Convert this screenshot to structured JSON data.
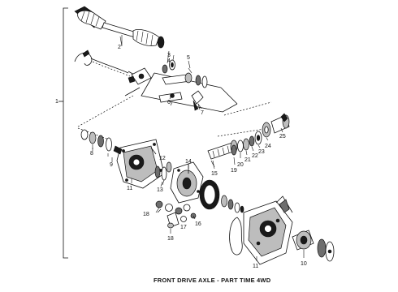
{
  "caption": "FRONT DRIVE AXLE - PART TIME 4WD",
  "callouts": {
    "c1": "1",
    "c2": "2",
    "c3": "3",
    "c4": "4",
    "c5": "5",
    "c6": "6",
    "c7": "7",
    "c8": "8",
    "c9": "9",
    "c10": "10",
    "c11a": "11",
    "c11b": "11",
    "c12": "12",
    "c13": "13",
    "c14": "14",
    "c15": "15",
    "c16": "16",
    "c17": "17",
    "c18a": "18",
    "c18b": "18",
    "c19": "19",
    "c20": "20",
    "c21": "21",
    "c22": "22",
    "c23": "23",
    "c24": "24",
    "c25": "25"
  }
}
